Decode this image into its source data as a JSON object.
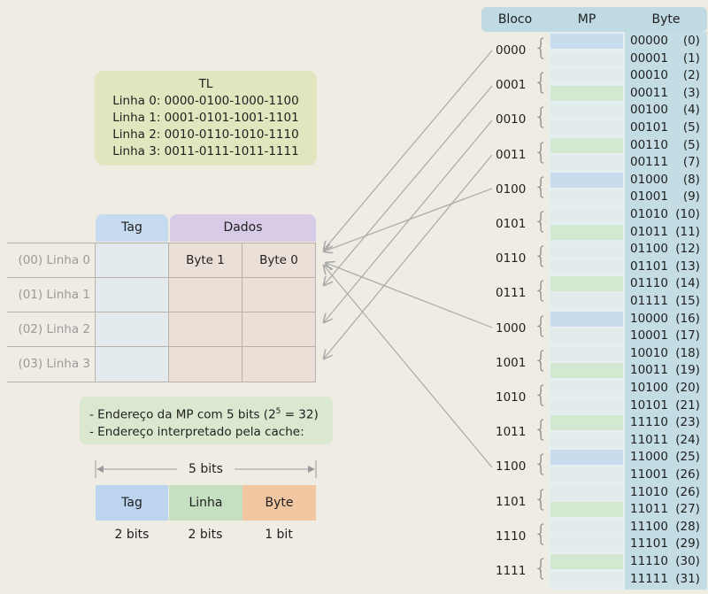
{
  "tl": {
    "title": "TL",
    "lines": [
      "Linha 0: 0000-0100-1000-1100",
      "Linha 1: 0001-0101-1001-1101",
      "Linha 2: 0010-0110-1010-1110",
      "Linha 3: 0011-0111-1011-1111"
    ]
  },
  "cache": {
    "tag_header": "Tag",
    "data_header": "Dados",
    "byte1": "Byte 1",
    "byte0": "Byte 0",
    "rows": [
      "(00) Linha 0",
      "(01) Linha 1",
      "(02) Linha 2",
      "(03) Linha 3"
    ]
  },
  "notes": {
    "line1_prefix": "- Endereço da MP com 5 bits (2",
    "line1_sup": "5",
    "line1_suffix": " = 32)",
    "line2": "- Endereço interpretado pela cache:"
  },
  "format": {
    "width_label": "5 bits",
    "fields": [
      {
        "name": "Tag",
        "bits": "2 bits"
      },
      {
        "name": "Linha",
        "bits": "2 bits"
      },
      {
        "name": "Byte",
        "bits": "1 bit"
      }
    ]
  },
  "mp": {
    "headers": {
      "bloco": "Bloco",
      "mp": "MP",
      "byte": "Byte"
    },
    "blocks": [
      "0000",
      "0001",
      "0010",
      "0011",
      "0100",
      "0101",
      "0110",
      "0111",
      "1000",
      "1001",
      "1010",
      "1011",
      "1100",
      "1101",
      "1110",
      "1111"
    ],
    "bytes": [
      {
        "bin": "00000",
        "dec": "(0)"
      },
      {
        "bin": "00001",
        "dec": "(1)"
      },
      {
        "bin": "00010",
        "dec": "(2)"
      },
      {
        "bin": "00011",
        "dec": "(3)"
      },
      {
        "bin": "00100",
        "dec": "(4)"
      },
      {
        "bin": "00101",
        "dec": "(5)"
      },
      {
        "bin": "00110",
        "dec": "(5)"
      },
      {
        "bin": "00111",
        "dec": "(7)"
      },
      {
        "bin": "01000",
        "dec": "(8)"
      },
      {
        "bin": "01001",
        "dec": "(9)"
      },
      {
        "bin": "01010",
        "dec": "(10)"
      },
      {
        "bin": "01011",
        "dec": "(11)"
      },
      {
        "bin": "01100",
        "dec": "(12)"
      },
      {
        "bin": "01101",
        "dec": "(13)"
      },
      {
        "bin": "01110",
        "dec": "(14)"
      },
      {
        "bin": "01111",
        "dec": "(15)"
      },
      {
        "bin": "10000",
        "dec": "(16)"
      },
      {
        "bin": "10001",
        "dec": "(17)"
      },
      {
        "bin": "10010",
        "dec": "(18)"
      },
      {
        "bin": "10011",
        "dec": "(19)"
      },
      {
        "bin": "10100",
        "dec": "(20)"
      },
      {
        "bin": "10101",
        "dec": "(21)"
      },
      {
        "bin": "11110",
        "dec": "(23)"
      },
      {
        "bin": "11011",
        "dec": "(24)"
      },
      {
        "bin": "11000",
        "dec": "(25)"
      },
      {
        "bin": "11001",
        "dec": "(26)"
      },
      {
        "bin": "11010",
        "dec": "(26)"
      },
      {
        "bin": "11011",
        "dec": "(27)"
      },
      {
        "bin": "11100",
        "dec": "(28)"
      },
      {
        "bin": "11101",
        "dec": "(29)"
      },
      {
        "bin": "11110",
        "dec": "(30)"
      },
      {
        "bin": "11111",
        "dec": "(31)"
      }
    ]
  },
  "colors": {
    "mp_blue": "#c9dcee",
    "mp_green": "#d3e8d0",
    "mp_light": "#e3ecec",
    "arrow": "#a9a9a9"
  }
}
